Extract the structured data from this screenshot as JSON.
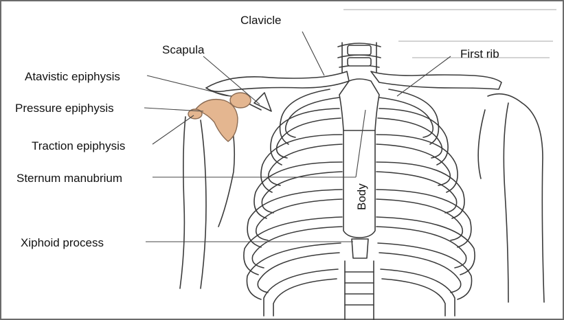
{
  "labels": {
    "clavicle": "Clavicle",
    "scapula": "Scapula",
    "first_rib": "First rib",
    "atavistic_epiphysis": "Atavistic epiphysis",
    "pressure_epiphysis": "Pressure epiphysis",
    "traction_epiphysis": "Traction epiphysis",
    "sternum_manubrium": "Sternum manubrium",
    "body": "Body",
    "xiphoid_process": "Xiphoid process"
  },
  "colors": {
    "epiphysis_fill": "#e4b690",
    "line": "#3a3a3a",
    "border": "#6b6b6b"
  }
}
